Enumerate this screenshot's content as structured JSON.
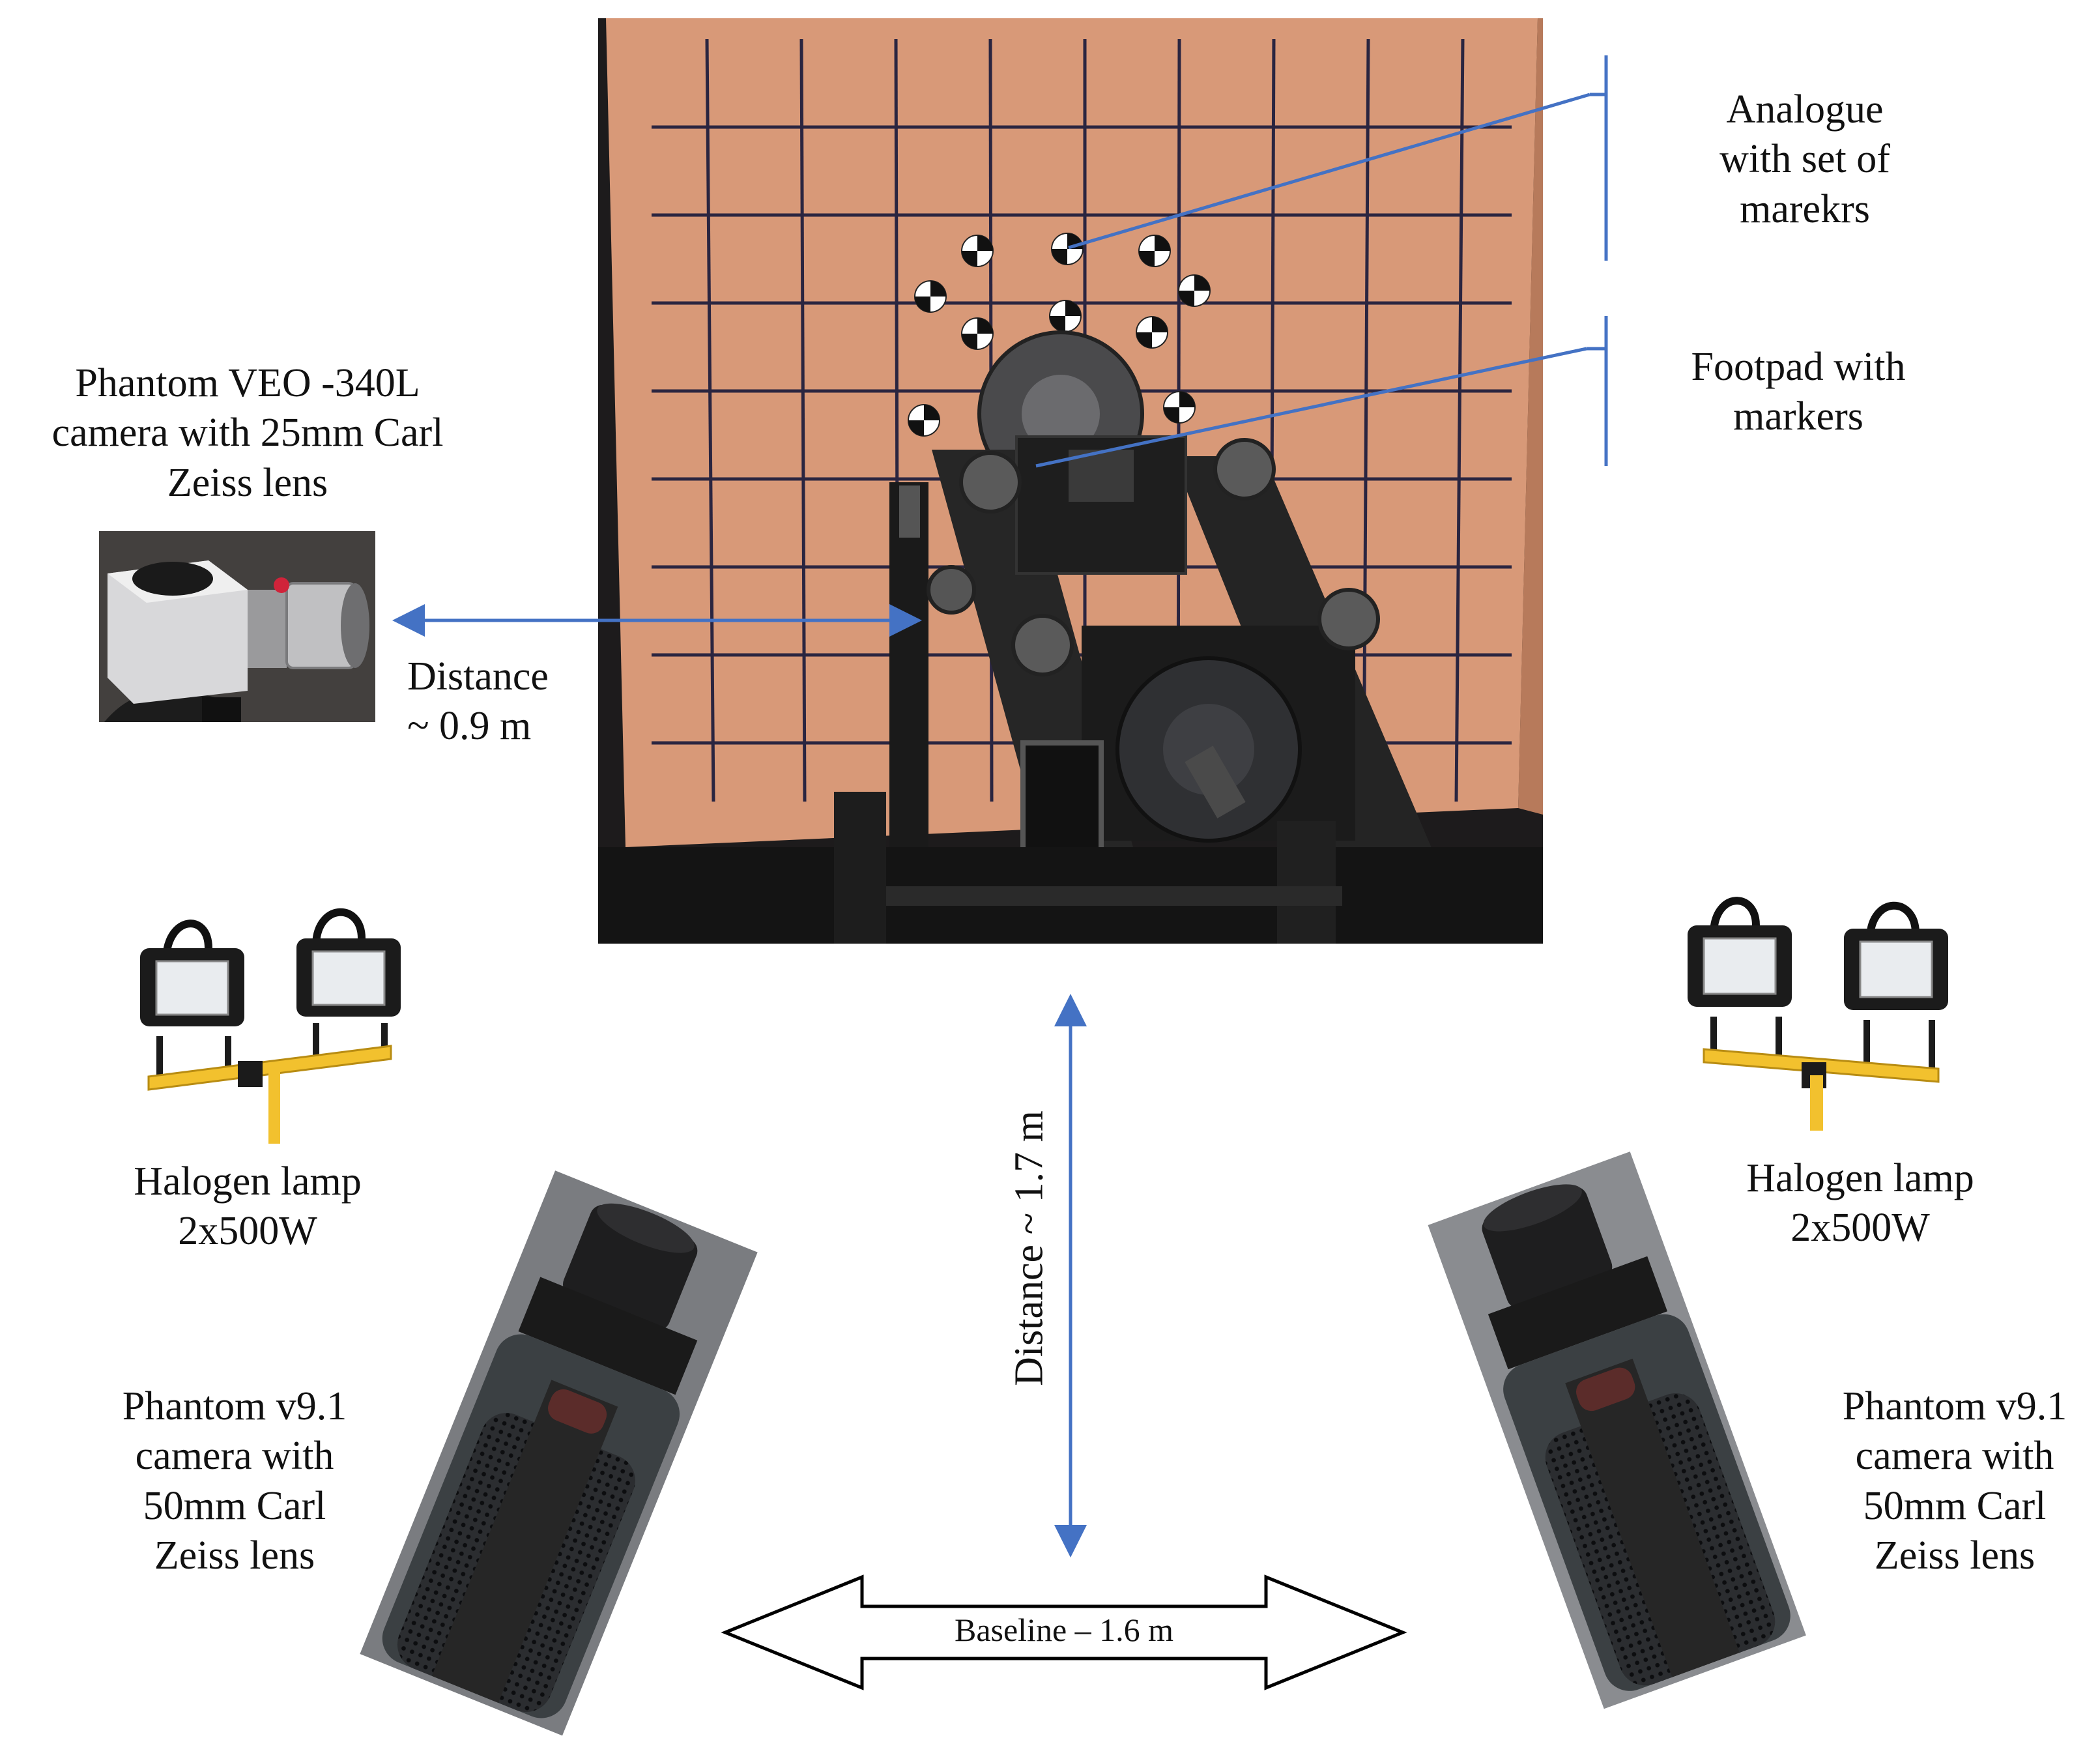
{
  "labels": {
    "veo_camera": [
      "Phantom VEO -340L",
      "camera with 25mm Carl",
      "Zeiss lens"
    ],
    "distance_near": [
      "Distance",
      "~ 0.9 m"
    ],
    "analogue": [
      "Analogue",
      "with set of",
      "marekrs"
    ],
    "footpad": [
      "Footpad with",
      "markers"
    ],
    "lamp_left": [
      "Halogen lamp",
      "2x500W"
    ],
    "lamp_right": [
      "Halogen lamp",
      "2x500W"
    ],
    "cam_left": [
      "Phantom v9.1",
      "camera with",
      "50mm Carl",
      "Zeiss lens"
    ],
    "cam_right": [
      "Phantom v9.1",
      "camera with",
      "50mm Carl",
      "Zeiss lens"
    ],
    "distance_far": "Distance ~ 1.7  m",
    "baseline": "Baseline – 1.6 m"
  },
  "colors": {
    "arrow_blue": "#4472c4",
    "board_orange": "#d89978",
    "grid_line": "#2a2540",
    "lamp_yellow": "#f2c12e"
  }
}
